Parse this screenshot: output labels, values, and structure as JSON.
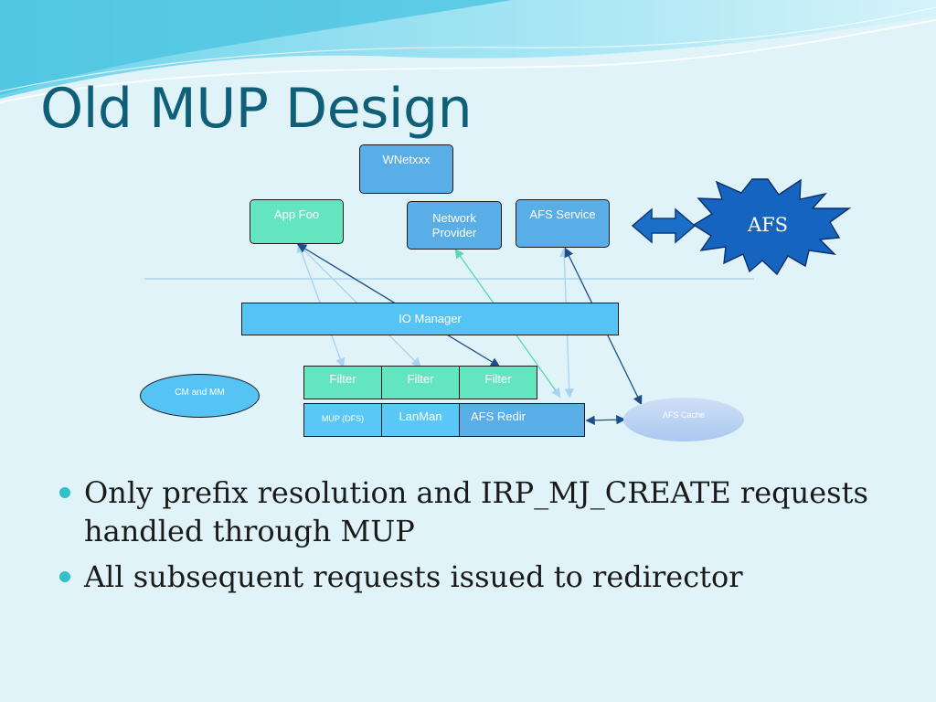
{
  "slide": {
    "title": "Old MUP Design",
    "diagram": {
      "wnetxxx": "WNetxxx",
      "app_foo": "App Foo",
      "network_provider_line1": "Network",
      "network_provider_line2": "Provider",
      "afs_service": "AFS Service",
      "afs_star": "AFS",
      "io_manager": "IO Manager",
      "filters": [
        "Filter",
        "Filter",
        "Filter"
      ],
      "cm_and_mm": "CM and MM",
      "mup_dfs": "MUP (DFS)",
      "lanman": "LanMan",
      "afs_redir": "AFS Redir",
      "afs_cache": "AFS Cache"
    },
    "bullets": [
      "Only prefix resolution and IRP_MJ_CREATE requests handled through MUP",
      "All subsequent requests issued to redirector"
    ],
    "colors": {
      "title": "#0e5f77",
      "green_box": "#63e5c0",
      "blue_box": "#5aaee8",
      "star": "#1565c0",
      "bullet_dot": "#2fc0c8"
    }
  }
}
